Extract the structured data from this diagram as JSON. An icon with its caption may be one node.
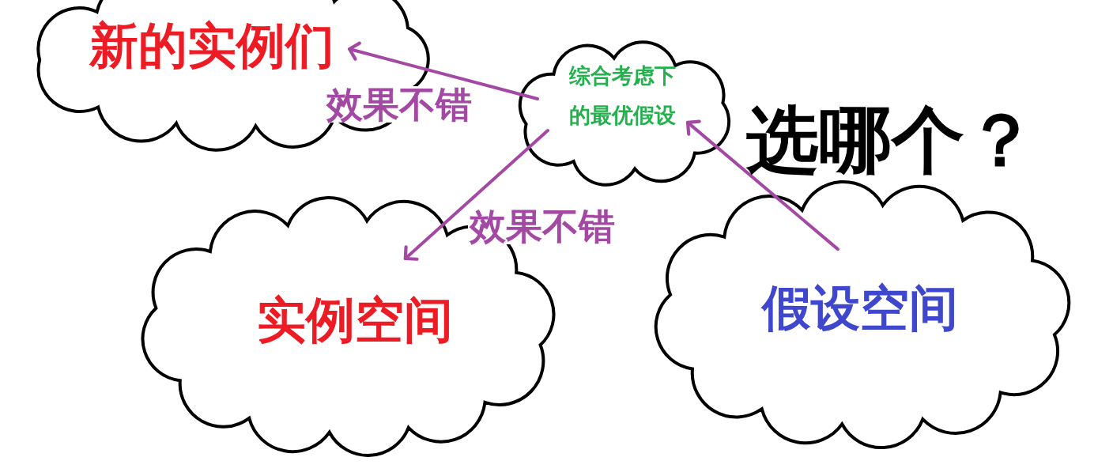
{
  "diagram": {
    "nodes": [
      {
        "text": [
          "新的实例们"
        ]
      },
      {
        "text": [
          "综合考虑下的最优假设"
        ]
      },
      {
        "text": [
          "实例空间"
        ]
      },
      {
        "text": [
          "假设空间"
        ]
      }
    ],
    "edges": [
      {
        "from": 1,
        "to": 0,
        "arrow": "to",
        "label": "效果不错"
      },
      {
        "from": 1,
        "to": 2,
        "arrow": "to",
        "label": "效果不错"
      },
      {
        "from": 3,
        "to": 1,
        "arrow": "to"
      }
    ],
    "labels": [
      "选哪个？"
    ]
  }
}
